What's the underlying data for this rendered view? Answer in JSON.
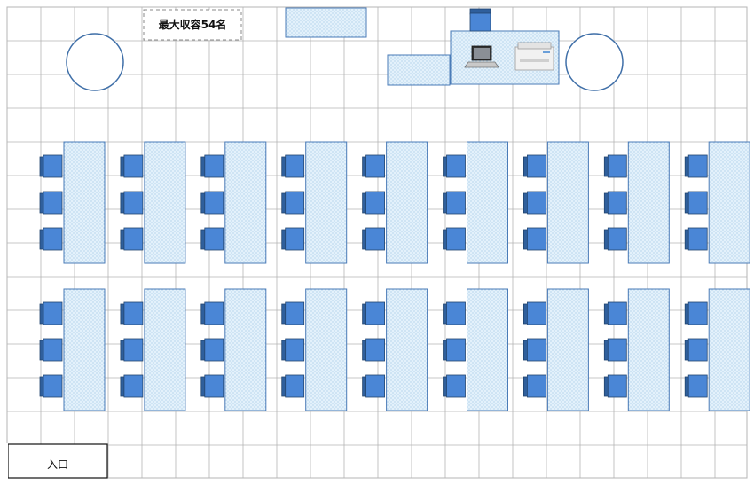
{
  "capacity_label": "最大収容54名",
  "entrance_label": "入口",
  "colors": {
    "grid_line": "#b5b5b5",
    "table_fill": "#dfeffa",
    "table_border": "#4a7bb7",
    "chair_fill": "#4a86d6",
    "chair_back": "#2f5f9c",
    "round_table_border": "#3f6fa8"
  },
  "icons": [
    "laptop-icon",
    "printer-icon"
  ],
  "layout": {
    "desk_rows": 2,
    "desks_per_row": 9,
    "chairs_per_desk": 3
  }
}
